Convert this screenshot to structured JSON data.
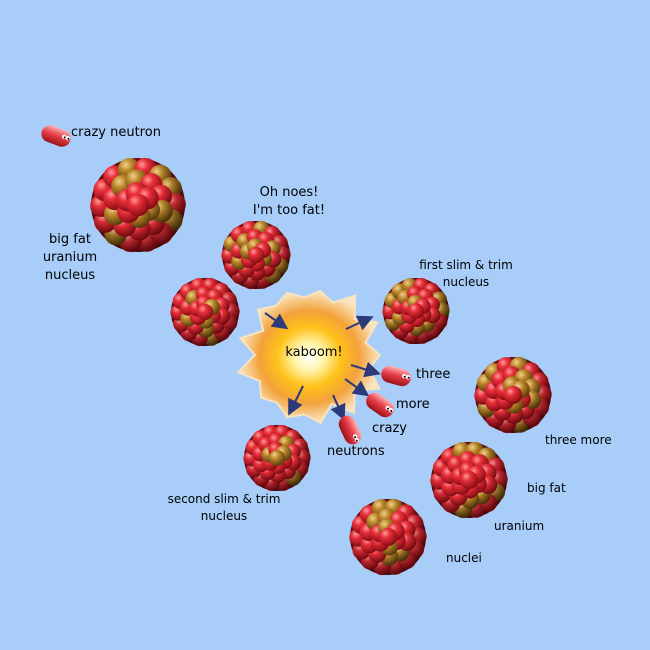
{
  "labels": {
    "crazy_neutron": "crazy neutron",
    "big_fat_1": "big fat",
    "big_fat_2": "uranium",
    "big_fat_3": "nucleus",
    "oh_noes_1": "Oh noes!",
    "oh_noes_2": "I'm too fat!",
    "first_slim_1": "first slim & trim",
    "first_slim_2": "nucleus",
    "kaboom": "kaboom!",
    "three_neutrons_1": "three",
    "three_neutrons_2": "more",
    "three_neutrons_3": "crazy",
    "three_neutrons_4": "neutrons",
    "second_slim_1": "second slim & trim",
    "second_slim_2": "nucleus",
    "three_more_1": "three more",
    "three_more_2": "big fat",
    "three_more_3": "uranium",
    "three_more_4": "nuclei"
  },
  "colors": {
    "background": "#a9cdf9",
    "proton": "#d8202a",
    "neutron_ball": "#b8862a",
    "arrow": "#2b3a78"
  }
}
